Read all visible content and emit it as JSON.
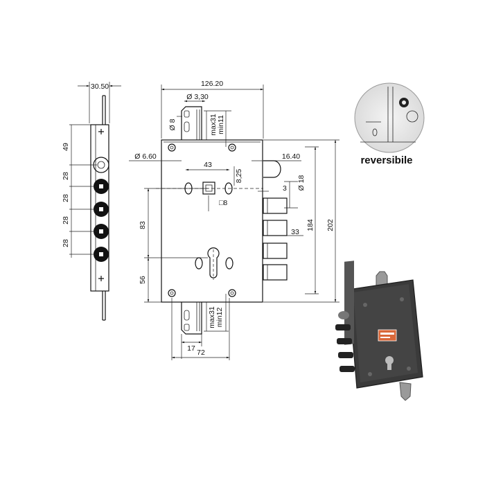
{
  "label_reversible": "reversibile",
  "side_view": {
    "width_label": "30.50",
    "pitch_labels": [
      "49",
      "28",
      "28",
      "28",
      "28"
    ]
  },
  "front_view": {
    "width_label": "126.20",
    "hole_diam_label": "Ø 3,30",
    "diam8_label": "Ø 8",
    "top_max_label": "max31",
    "top_min_label": "min11",
    "screw_diam_label": "Ø 6.60",
    "offset_43": "43",
    "offset_825": "8,25",
    "offset_1640": "16.40",
    "diam18_label": "Ø 18",
    "dim_3": "3",
    "square_label": "□8",
    "dim_83": "83",
    "dim_33": "33",
    "dim_184": "184",
    "dim_202": "202",
    "dim_56": "56",
    "bottom_max_label": "max31",
    "bottom_min_label": "min12",
    "dim_17": "17",
    "dim_72": "72"
  },
  "colors": {
    "line": "#111111",
    "photo_body": "#3a3a3a",
    "photo_label": "#d9683a"
  }
}
